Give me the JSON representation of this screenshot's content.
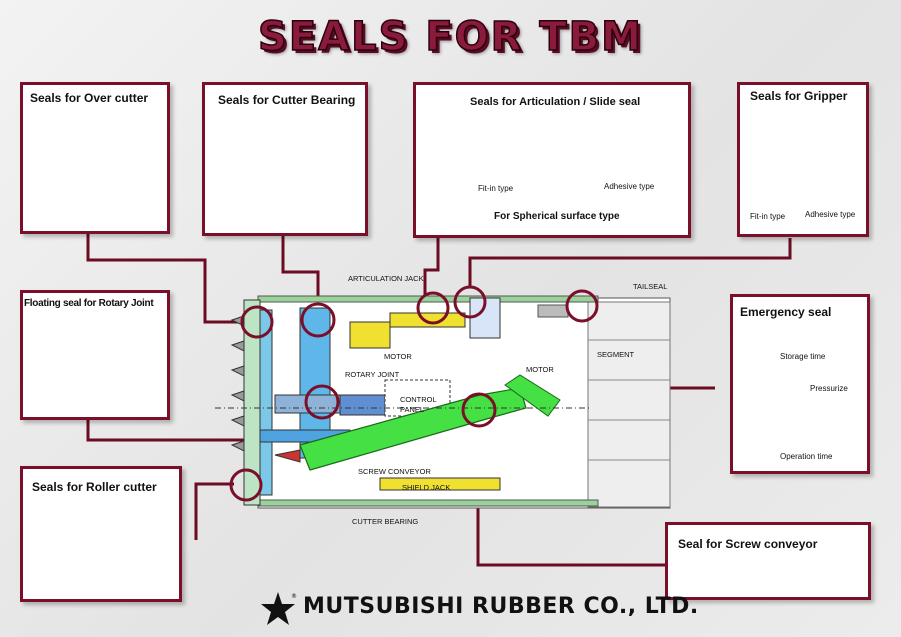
{
  "title": "SEALS FOR TBM",
  "panels": {
    "over_cutter": "Seals for Over cutter",
    "cutter_bearing": "Seals for Cutter Bearing",
    "articulation": "Seals for Articulation / Slide seal",
    "articulation_fitin": "Fit-in type",
    "articulation_adhesive": "Adhesive type",
    "articulation_note": "For Spherical surface type",
    "gripper": "Seals for Gripper",
    "gripper_fitin": "Fit-in type",
    "gripper_adhesive": "Adhesive type",
    "rotary": "Floating seal for Rotary Joint",
    "emergency": "Emergency seal",
    "storage": "Storage time",
    "pressurize": "Pressurize",
    "operation": "Operation time",
    "roller": "Seals for Roller cutter",
    "screw": "Seal for Screw conveyor"
  },
  "machine_labels": {
    "articulation_jack": "ARTICULATION JACK",
    "tailseal": "TAILSEAL",
    "motor1": "MOTOR",
    "motor2": "MOTOR",
    "segment": "SEGMENT",
    "rotary_joint": "ROTARY JOINT",
    "control_panel_1": "CONTROL",
    "control_panel_2": "PANEL",
    "screw_conveyor": "SCREW CONVEYOR",
    "shield_jack": "SHIELD JACK",
    "cutter_bearing": "CUTTER BEARING"
  },
  "company": "MUTSUBISHI RUBBER CO., LTD.",
  "colors": {
    "frame": "#7a0f2a",
    "seal": "#e8202a",
    "green": "#8fe39a",
    "screw": "#44e044"
  }
}
